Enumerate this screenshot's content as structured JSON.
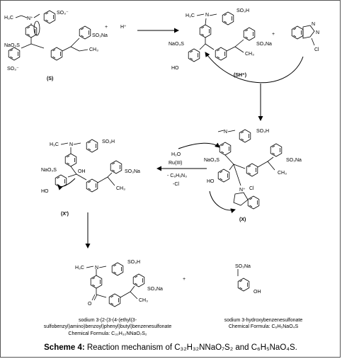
{
  "labels": {
    "S": "(S)",
    "SH": "(SH⁺)",
    "X": "(X)",
    "Xp": "(X')"
  },
  "groups": {
    "h3c": "H₃C",
    "ch3": "CH₃",
    "so3": "SO₃⁻",
    "so3h": "SO₃H",
    "so3na": "SO₃Na",
    "naso3": "NaO₃S",
    "naso3s": "NaO₃S",
    "ho": "HO",
    "oh": "OH",
    "n": "N",
    "nplus": "N⁺",
    "cl": "Cl",
    "hplus": "H⁺",
    "plus": "+",
    "o": "O"
  },
  "reagents": {
    "line1": "H₂O",
    "line2": "Ru(III)",
    "line3": "- C₆H₅N₃",
    "line4": "-Cl"
  },
  "products": {
    "p1_name1": "sodium 3-(2-(3-(4-(ethyl(3-",
    "p1_name2": "sulfobenzyl)amino)benzoyl)phenyl)butyl)benzenesulfonate",
    "p1_formula": "Chemical Formula: C₃₂H₃₂NNaO₇S₂",
    "p2_name": "sodium 3-hydroxybenzenesulfonate",
    "p2_formula": "Chemical Formula: C₆H₅NaO₄S"
  },
  "caption": {
    "prefix": "Scheme 4:",
    "text": " Reaction mechanism of C₃₂H₃₂NNaO₇S₂ and C₆H₅NaO₄S."
  }
}
